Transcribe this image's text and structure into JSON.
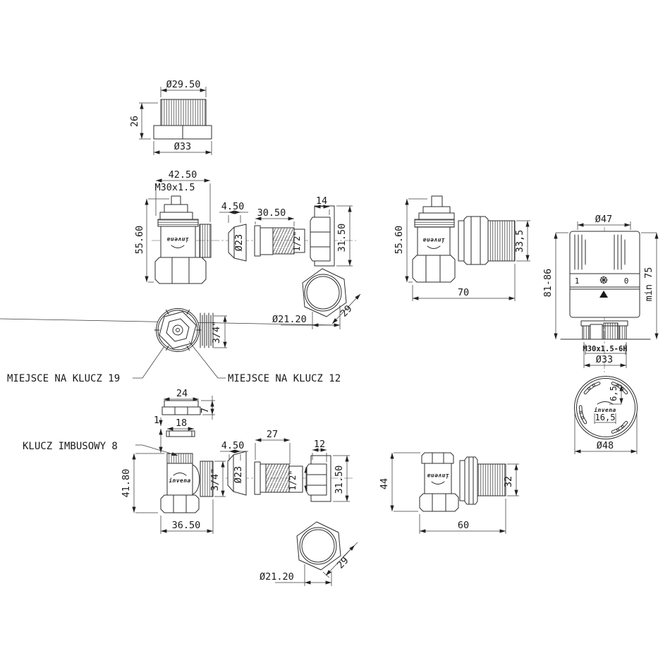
{
  "views": {
    "cap": {
      "dia_top": "Ø29.50",
      "height": "26",
      "dia_bottom": "Ø33"
    },
    "valve_top_left": {
      "width": "42.50",
      "thread": "M30x1.5",
      "height": "55.60",
      "logo": "invena"
    },
    "adapter_top": {
      "thickness": "4.50",
      "dia": "Ø23"
    },
    "tailpiece_top": {
      "length": "30.50",
      "thread": "1/2\""
    },
    "nut_top": {
      "width": "14",
      "height": "31.50"
    },
    "hex_top": {
      "dia": "Ø21.20",
      "across": "29"
    },
    "valve_mid_right": {
      "height": "55.60",
      "width": "70",
      "side": "33,5",
      "logo": "invena"
    },
    "head_side": {
      "dia": "Ø47",
      "height_range": "81-86",
      "min_height": "min 75",
      "mark_one": "1",
      "mark_zero": "0",
      "thread": "M30x1.5-6H",
      "dia_bottom": "Ø33"
    },
    "head_top": {
      "offset": "6,5",
      "logo": "invena",
      "width": "16,5",
      "dia": "Ø48"
    },
    "bottom_view": {
      "wrench_19": "MIEJSCE NA KLUCZ 19",
      "wrench_12": "MIEJSCE NA KLUCZ 12",
      "thread": "3/4\""
    },
    "cap_small": {
      "width": "24",
      "height": "7",
      "step": "1",
      "plate_width": "18"
    },
    "allen_key": {
      "label": "KLUCZ IMBUSOWY 8"
    },
    "valve_bottom_left": {
      "height": "41.80",
      "width": "36.50",
      "thread": "3/4\"",
      "logo": "invena"
    },
    "adapter_bottom": {
      "thickness": "4.50",
      "dia": "Ø23"
    },
    "tailpiece_bottom": {
      "length": "27",
      "thread": "1/2\""
    },
    "nut_bottom": {
      "width": "12",
      "height": "31.50"
    },
    "hex_bottom": {
      "dia": "Ø21.20",
      "across": "29"
    },
    "valve_bottom_right": {
      "height": "44",
      "width": "60",
      "side": "32",
      "logo": "invena"
    }
  }
}
